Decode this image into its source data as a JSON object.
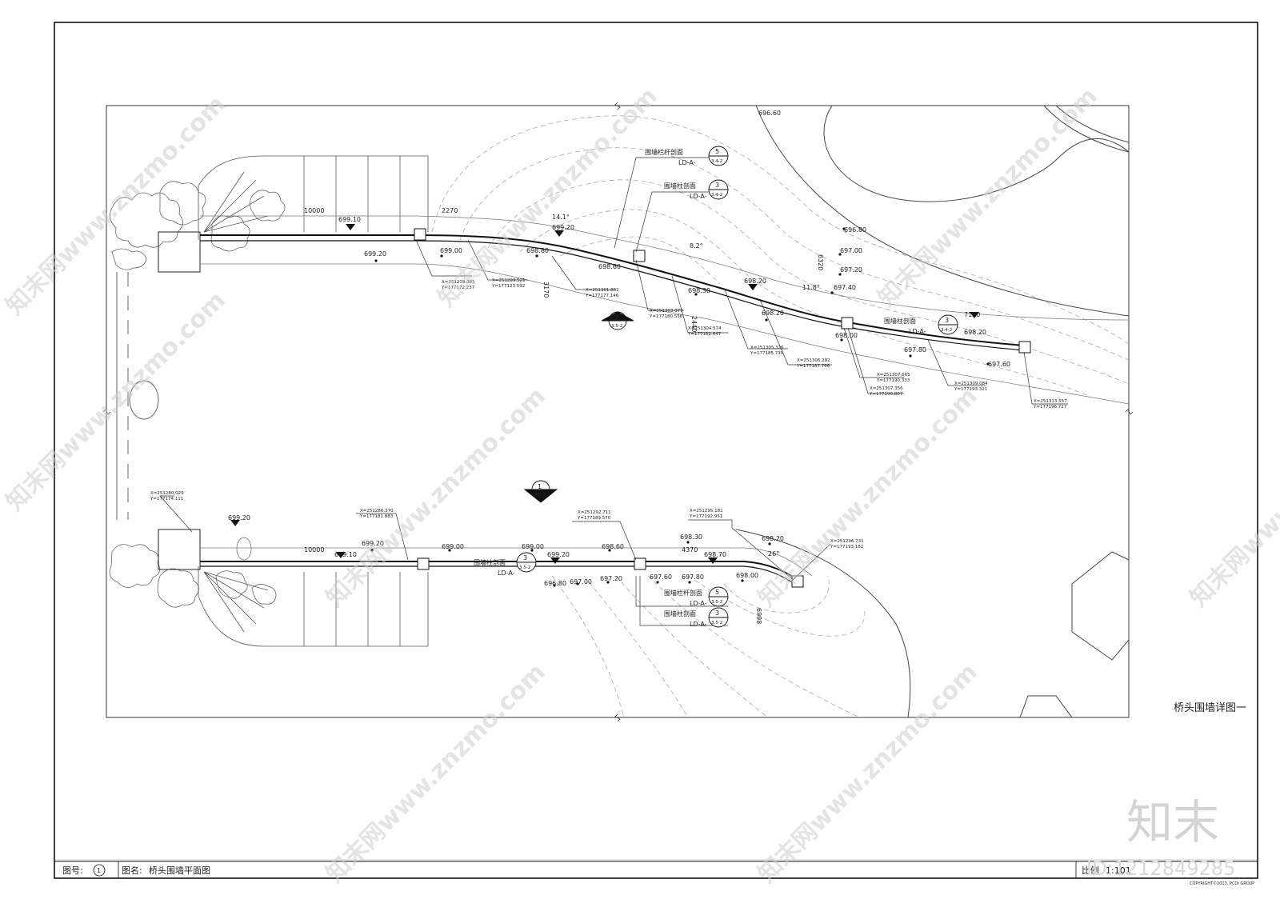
{
  "drawing": {
    "title_right": "桥头围墙详图一",
    "title_block": {
      "drawing_no_label": "图号:",
      "drawing_no": "1",
      "drawing_name_label": "图名:",
      "drawing_name": "桥头围墙平面图",
      "scale_label": "比例",
      "scale": "1:101"
    },
    "copyright": "COPYRIGHT©2013, PCDI GROUP",
    "watermark": {
      "brand": "知末",
      "site": "知末网www.znzmo.com",
      "id": "ID:1212849285"
    }
  },
  "wall_top": {
    "length": "10000",
    "seg": "2270",
    "angle1": "14.1°",
    "angle2": "8.2°",
    "angle3": "11.8°",
    "len2": "3170",
    "len3": "7120",
    "len4": "6320",
    "len5": "2440",
    "elevations": [
      "699.10",
      "699.20",
      "699.00",
      "698.80",
      "699.20",
      "698.60",
      "698.30",
      "698.20",
      "698.20",
      "698.00",
      "697.80",
      "698.20",
      "697.60",
      "696.60",
      "696.80",
      "697.00",
      "697.20",
      "697.40"
    ],
    "coords": [
      {
        "x": "X=251298.085",
        "y": "Y=177172.237"
      },
      {
        "x": "X=251299.521",
        "y": "Y=177123.592"
      },
      {
        "x": "X=251301.862",
        "y": "Y=177177.146"
      },
      {
        "x": "X=251303.077",
        "y": "Y=177180.556"
      },
      {
        "x": "X=251304.574",
        "y": "Y=177182.647"
      },
      {
        "x": "X=251305.326",
        "y": "Y=177185.730"
      },
      {
        "x": "X=251306.282",
        "y": "Y=177187.766"
      },
      {
        "x": "X=251307.665",
        "y": "Y=177190.333"
      },
      {
        "x": "X=251307.356",
        "y": "Y=177190.807"
      },
      {
        "x": "X=251309.084",
        "y": "Y=177193.321"
      },
      {
        "x": "X=251313.557",
        "y": "Y=177196.727"
      }
    ],
    "callouts": [
      {
        "label": "围墙栏杆剖面",
        "ref": "LD-A-",
        "num": "5",
        "sheet": "3.4-2"
      },
      {
        "label": "围墙柱剖面",
        "ref": "LD-A-",
        "num": "3",
        "sheet": "3.4-2"
      },
      {
        "label": "围墙柱剖面",
        "ref": "LD-A-",
        "num": "3",
        "sheet": "3.4-2"
      }
    ],
    "section_mark": {
      "num": "2",
      "sheet": "3.5-2"
    }
  },
  "wall_bottom": {
    "length": "10000",
    "len2": "4370",
    "angle": "26°",
    "len3": "6998",
    "elevations": [
      "699.20",
      "699.10",
      "699.20",
      "699.00",
      "699.00",
      "698.60",
      "698.30",
      "698.70",
      "698.20",
      "699.20",
      "697.20",
      "697.60",
      "697.80",
      "698.00",
      "696.80",
      "697.00"
    ],
    "coords": [
      {
        "x": "X=251280.029",
        "y": "Y=177174.111"
      },
      {
        "x": "X=251286.370",
        "y": "Y=177181.883"
      },
      {
        "x": "X=251292.711",
        "y": "Y=177189.570"
      },
      {
        "x": "X=251295.181",
        "y": "Y=177192.951"
      },
      {
        "x": "X=251296.731",
        "y": "Y=177193.182"
      }
    ],
    "callouts": [
      {
        "label": "围墙柱剖面",
        "ref": "LD-A-",
        "num": "3",
        "sheet": "3.5-2"
      },
      {
        "label": "围墙栏杆剖面",
        "ref": "LD-A-",
        "num": "5",
        "sheet": "3.5-2"
      },
      {
        "label": "围墙柱剖面",
        "ref": "LD-A-",
        "num": "3",
        "sheet": "3.5-2"
      }
    ],
    "section_mark": {
      "num": "1",
      "sheet": "3.5-2"
    }
  }
}
